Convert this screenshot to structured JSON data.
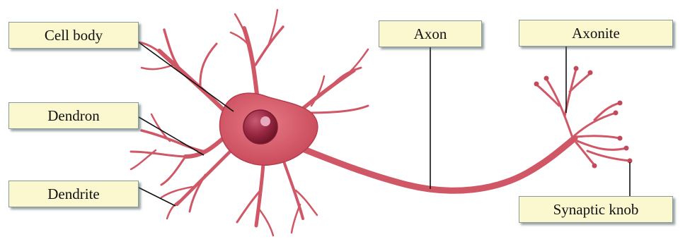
{
  "labels": {
    "cell_body": "Cell body",
    "dendron": "Dendron",
    "dendrite": "Dendrite",
    "axon": "Axon",
    "axonite": "Axonite",
    "synaptic_knob": "Synaptic knob"
  },
  "colors": {
    "neuron_fill": "#cf5766",
    "neuron_stroke": "#b53d4d",
    "nucleus": "#8a2136",
    "label_fill": "#fbf7cf",
    "leader_line": "#111111"
  }
}
